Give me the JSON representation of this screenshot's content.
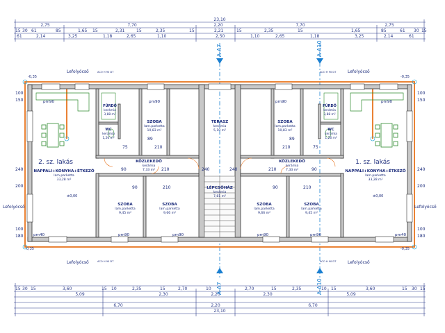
{
  "dimensions": {
    "total_width": "23,10",
    "top_row_1": [
      "2,75",
      "7,70",
      "2,20",
      "7,70",
      "2,75"
    ],
    "top_row_2": [
      "15",
      "30",
      "61",
      "85",
      "1,65",
      "15",
      "2,31",
      "15",
      "2,35",
      "15",
      "2,21",
      "15",
      "2,35",
      "15",
      "1,65",
      "85",
      "61",
      "30",
      "15"
    ],
    "top_row_3": [
      "61",
      "2,14",
      "3,25",
      "1,18",
      "2,65",
      "1,10",
      "2,50",
      "1,10",
      "2,65",
      "1,18",
      "3,25",
      "2,14",
      "61"
    ],
    "bottom_row_1": [
      "15",
      "30",
      "15",
      "3,60",
      "15",
      "10",
      "2,35",
      "15",
      "2,70",
      "10",
      "2,70",
      "15",
      "2,35",
      "10",
      "15",
      "3,60",
      "15",
      "30",
      "15"
    ],
    "bottom_row_2": [
      "5,09",
      "2,30",
      "2,20",
      "2,30",
      "5,09"
    ],
    "bottom_row_3": [
      "6,70",
      "2,20",
      "6,70"
    ]
  },
  "section_marks": [
    "A-A7",
    "A-A10"
  ],
  "labels": {
    "downpipe": "Lefolyócső",
    "downpipe_note": "ACO H 90 DT",
    "level_minus": "-0,35",
    "level_zero": "±0,00",
    "pm90": "pm90",
    "pm40": "pm40"
  },
  "apartments": [
    {
      "name": "2. sz. lakás"
    },
    {
      "name": "1. sz. lakás"
    }
  ],
  "rooms": [
    {
      "name": "NAPPALI+KONYHA+ÉTKEZŐ",
      "floor": "lam.parketta",
      "area": "33,28 m²"
    },
    {
      "name": "NAPPALI+KONYHA+ÉTKEZŐ",
      "floor": "lam.parketta",
      "area": "33,28 m²"
    },
    {
      "name": "SZOBA",
      "floor": "lam.parketta",
      "area": "10,83 m²"
    },
    {
      "name": "SZOBA",
      "floor": "lam.parketta",
      "area": "10,83 m²"
    },
    {
      "name": "FÜRDŐ",
      "floor": "kerámia",
      "area": "3,88 m²"
    },
    {
      "name": "FÜRDŐ",
      "floor": "kerámia",
      "area": "3,88 m²"
    },
    {
      "name": "WC",
      "floor": "kerámia",
      "area": "1,26 m²"
    },
    {
      "name": "WC",
      "floor": "kerámia",
      "area": "1,26 m²"
    },
    {
      "name": "KÖZLEKEDŐ",
      "floor": "kerámia",
      "area": "7,33 m²"
    },
    {
      "name": "KÖZLEKEDŐ",
      "floor": "kerámia",
      "area": "7,33 m²"
    },
    {
      "name": "TERASZ",
      "floor": "kerámia",
      "area": "5,10 m²"
    },
    {
      "name": "LÉPCSŐHÁZ",
      "floor": "kerámia",
      "area": "7,81 m²"
    },
    {
      "name": "SZOBA",
      "floor": "lam.parketta",
      "area": "9,45 m²"
    },
    {
      "name": "SZOBA",
      "floor": "lam.parketta",
      "area": "9,66 m²"
    },
    {
      "name": "SZOBA",
      "floor": "lam.parketta",
      "area": "9,66 m²"
    },
    {
      "name": "SZOBA",
      "floor": "lam.parketta",
      "area": "9,45 m²"
    }
  ],
  "openings": [
    "100",
    "150",
    "90",
    "210",
    "240",
    "75",
    "200",
    "180",
    "89"
  ],
  "colors": {
    "wall_fill": "#c8c8c8",
    "wall_stroke": "#333333",
    "insulation": "#e8741e",
    "dimension": "#2a3a8a",
    "grid_label": "#1a7fd0"
  }
}
